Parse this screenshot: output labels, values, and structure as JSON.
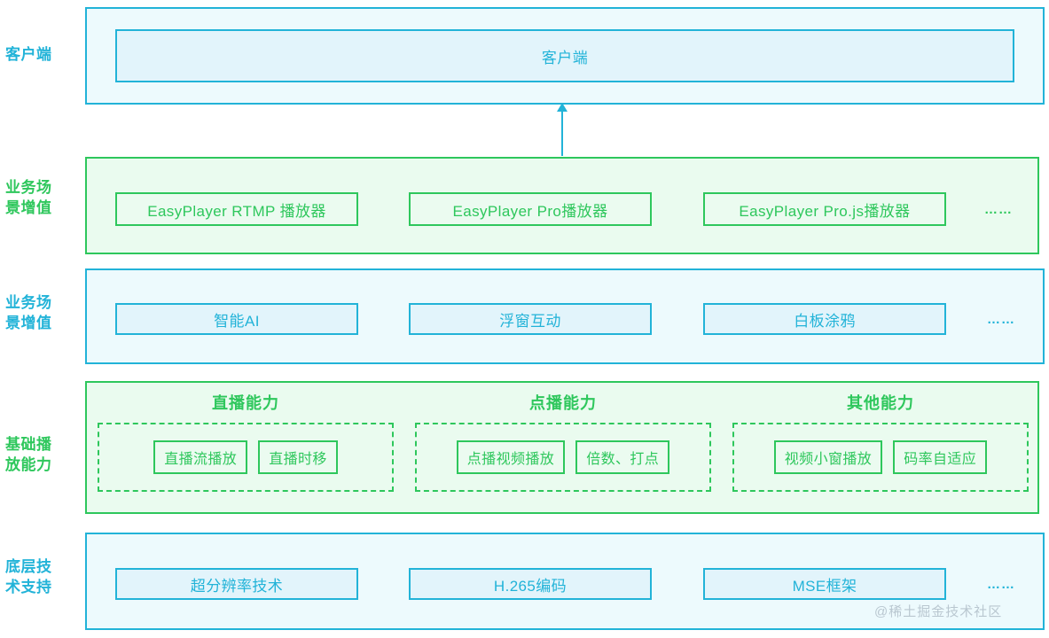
{
  "theme": {
    "blue": "#22b3d8",
    "green": "#2ec75c",
    "blue_panel_bg": "#edfafd",
    "green_panel_bg": "#eafbef",
    "blue_chip_bg": "#e2f4fb",
    "green_chip_bg": "#ebfbf0",
    "watermark_color": "#b9c7d0"
  },
  "rows": {
    "client": {
      "label": "客户端",
      "box_label": "客户端"
    },
    "players": {
      "label": "业务场景增值",
      "label_line1": "业务场",
      "label_line2": "景增值",
      "items": [
        "EasyPlayer RTMP 播放器",
        "EasyPlayer Pro播放器",
        "EasyPlayer Pro.js播放器"
      ],
      "ellipsis": "……"
    },
    "value_add": {
      "label": "业务场景增值",
      "label_line1": "业务场",
      "label_line2": "景增值",
      "items": [
        "智能AI",
        "浮窗互动",
        "白板涂鸦"
      ],
      "ellipsis": "……"
    },
    "playback": {
      "label": "基础播放能力",
      "label_line1": "基础播",
      "label_line2": "放能力",
      "groups": [
        {
          "title": "直播能力",
          "items": [
            "直播流播放",
            "直播时移"
          ]
        },
        {
          "title": "点播能力",
          "items": [
            "点播视频播放",
            "倍数、打点"
          ]
        },
        {
          "title": "其他能力",
          "items": [
            "视频小窗播放",
            "码率自适应"
          ]
        }
      ]
    },
    "base_tech": {
      "label": "底层技术支持",
      "label_line1": "底层技",
      "label_line2": "术支持",
      "items": [
        "超分辨率技术",
        "H.265编码",
        "MSE框架"
      ],
      "ellipsis": "……"
    }
  },
  "watermark": "@稀土掘金技术社区"
}
